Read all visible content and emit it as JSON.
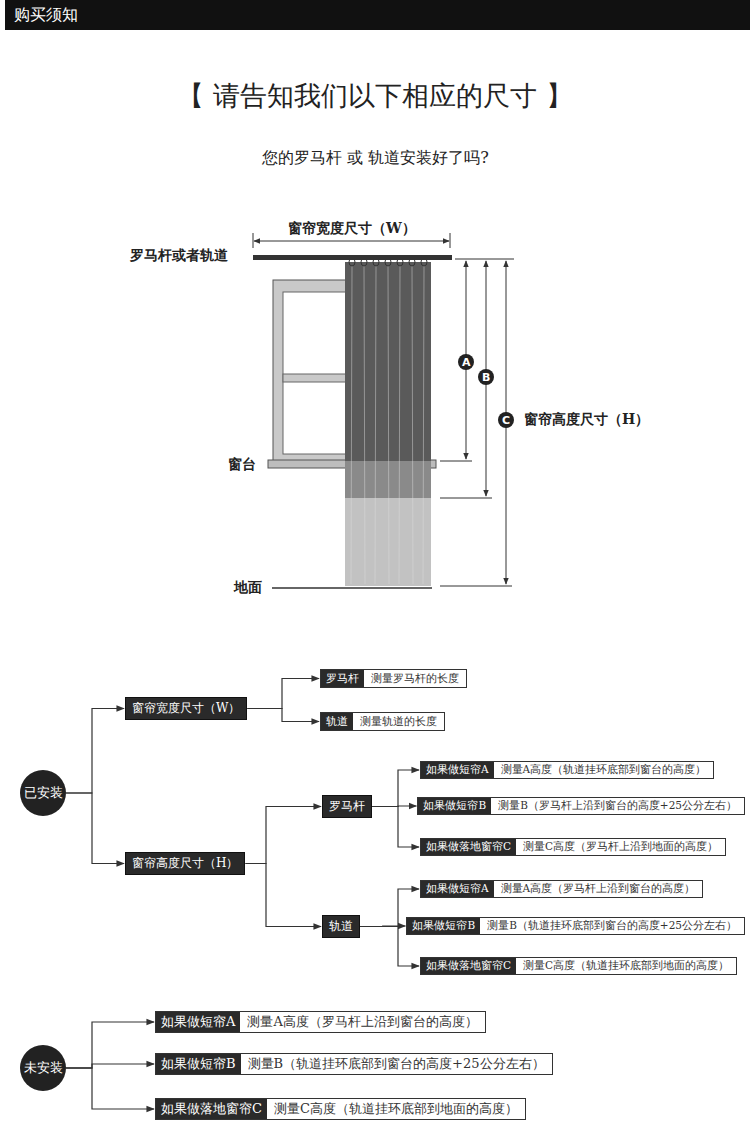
{
  "diagram": {
    "title": "【 请告知我们以下相应的尺寸 】",
    "nodes": [
      {
        "text": [
          "购买须知"
        ]
      },
      {
        "text": [
          "已安装"
        ]
      },
      {
        "text": [
          "窗帘宽度尺寸（W）"
        ]
      },
      {
        "text": [
          "罗马杆",
          "测量罗马杆的长度"
        ]
      },
      {
        "text": [
          "轨道",
          "测量轨道的长度"
        ]
      },
      {
        "text": [
          "窗帘高度尺寸（H）"
        ]
      },
      {
        "text": [
          "罗马杆"
        ]
      },
      {
        "text": [
          "如果做短帘A",
          "测量A高度（轨道挂环底部到窗台的高度）"
        ]
      },
      {
        "text": [
          "如果做短帘B",
          "测量B（罗马杆上沿到窗台的高度+25公分左右）"
        ]
      },
      {
        "text": [
          "如果做落地窗帘C",
          "测量C高度（罗马杆上沿到地面的高度）"
        ]
      },
      {
        "text": [
          "轨道"
        ]
      },
      {
        "text": [
          "如果做短帘A",
          "测量A高度（罗马杆上沿到窗台的高度）"
        ]
      },
      {
        "text": [
          "如果做短帘B",
          "测量B（轨道挂环底部到窗台的高度+25公分左右）"
        ]
      },
      {
        "text": [
          "如果做落地窗帘C",
          "测量C高度（轨道挂环底部到地面的高度）"
        ]
      },
      {
        "text": [
          "未安装"
        ]
      },
      {
        "text": [
          "如果做短帘A",
          "测量A高度（罗马杆上沿到窗台的高度）"
        ]
      },
      {
        "text": [
          "如果做短帘B",
          "测量B（轨道挂环底部到窗台的高度+25公分左右）"
        ]
      },
      {
        "text": [
          "如果做落地窗帘C",
          "测量C高度（轨道挂环底部到地面的高度）"
        ]
      }
    ],
    "edges": [
      {
        "from": 1,
        "to": 2,
        "arrow": "to"
      },
      {
        "from": 1,
        "to": 5,
        "arrow": "to"
      },
      {
        "from": 2,
        "to": 3,
        "arrow": "to"
      },
      {
        "from": 2,
        "to": 4,
        "arrow": "to"
      },
      {
        "from": 5,
        "to": 6,
        "arrow": "to"
      },
      {
        "from": 5,
        "to": 10,
        "arrow": "to"
      },
      {
        "from": 6,
        "to": 7,
        "arrow": "to"
      },
      {
        "from": 6,
        "to": 8,
        "arrow": "to"
      },
      {
        "from": 6,
        "to": 9,
        "arrow": "to"
      },
      {
        "from": 10,
        "to": 11,
        "arrow": "to"
      },
      {
        "from": 10,
        "to": 12,
        "arrow": "to"
      },
      {
        "from": 10,
        "to": 13,
        "arrow": "to"
      },
      {
        "from": 14,
        "to": 15,
        "arrow": "to"
      },
      {
        "from": 14,
        "to": 16,
        "arrow": "to"
      },
      {
        "from": 14,
        "to": 17,
        "arrow": "to"
      }
    ],
    "labels": [
      "您的罗马杆 或 轨道安装好了吗?",
      "罗马杆或者轨道",
      "窗帘宽度尺寸（W）",
      "A",
      "B",
      "C",
      "窗帘高度尺寸（H）",
      "窗台",
      "地面"
    ]
  }
}
